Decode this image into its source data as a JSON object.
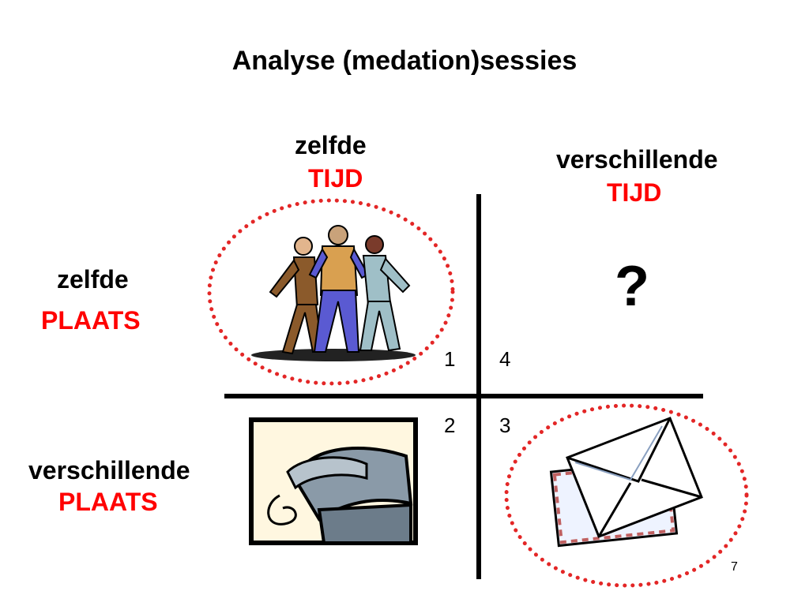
{
  "slide": {
    "title": "Analyse (medation)sessies",
    "columns": {
      "same": {
        "line1": "zelfde",
        "line2": "TIJD"
      },
      "different": {
        "line1": "verschillende",
        "line2": "TIJD"
      }
    },
    "rows": {
      "same": {
        "line1": "zelfde",
        "line2": "PLAATS"
      },
      "different": {
        "line1": "verschillende",
        "line2": "PLAATS"
      }
    },
    "quadrant_numbers": {
      "q1": "1",
      "q2": "2",
      "q3": "3",
      "q4": "4"
    },
    "unknown_mark": "?",
    "page_number": "7",
    "icons": [
      "meeting-people-icon",
      "telephone-icon",
      "envelopes-icon"
    ],
    "colors": {
      "accent_red": "#ff0000",
      "text": "#000000"
    }
  }
}
